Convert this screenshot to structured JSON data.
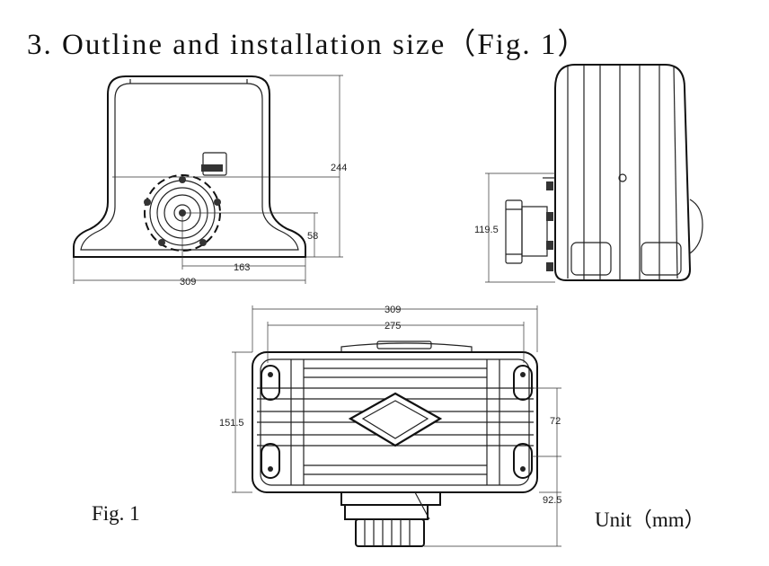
{
  "title": "3. Outline and installation size（Fig. 1）",
  "figure_label": "Fig. 1",
  "unit_label": "Unit（mm）",
  "dimensions": {
    "front_height": "244",
    "front_shaft_height": "58",
    "front_shaft_offset": "163",
    "front_width": "309",
    "side_height": "119.5",
    "top_outer_width": "309",
    "top_inner_width": "275",
    "top_depth": "151.5",
    "top_hole_spacing": "72",
    "top_overall": "92.5"
  }
}
